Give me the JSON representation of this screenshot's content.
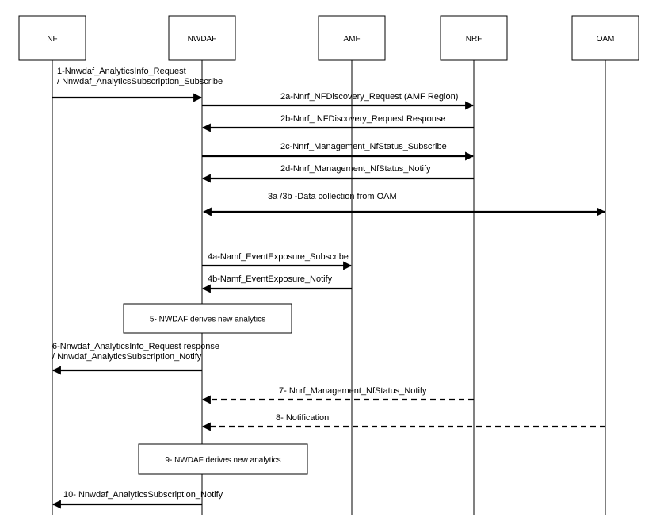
{
  "participants": [
    {
      "id": "nf",
      "label": "NF"
    },
    {
      "id": "nwdaf",
      "label": "NWDAF"
    },
    {
      "id": "amf",
      "label": "AMF"
    },
    {
      "id": "nrf",
      "label": "NRF"
    },
    {
      "id": "oam",
      "label": "OAM"
    }
  ],
  "messages": [
    {
      "id": "m1",
      "from": "nf",
      "to": "nwdaf",
      "lines": [
        "1-Nnwdaf_AnalyticsInfo_Request",
        "/ Nnwdaf_AnalyticsSubscription_Subscribe"
      ],
      "style": "solid"
    },
    {
      "id": "m2a",
      "from": "nwdaf",
      "to": "nrf",
      "lines": [
        "2a-Nnrf_NFDiscovery_Request (AMF Region)"
      ],
      "style": "solid"
    },
    {
      "id": "m2b",
      "from": "nrf",
      "to": "nwdaf",
      "lines": [
        "2b-Nnrf_ NFDiscovery_Request Response"
      ],
      "style": "solid"
    },
    {
      "id": "m2c",
      "from": "nwdaf",
      "to": "nrf",
      "lines": [
        "2c-Nnrf_Management_NfStatus_Subscribe"
      ],
      "style": "solid"
    },
    {
      "id": "m2d",
      "from": "nrf",
      "to": "nwdaf",
      "lines": [
        "2d-Nnrf_Management_NfStatus_Notify"
      ],
      "style": "solid"
    },
    {
      "id": "m3",
      "from": "nwdaf",
      "to": "oam",
      "lines": [
        "3a /3b -Data collection from OAM"
      ],
      "style": "solid",
      "bidirectional": true
    },
    {
      "id": "m4a",
      "from": "nwdaf",
      "to": "amf",
      "lines": [
        "4a-Namf_EventExposure_Subscribe"
      ],
      "style": "solid"
    },
    {
      "id": "m4b",
      "from": "amf",
      "to": "nwdaf",
      "lines": [
        "4b-Namf_EventExposure_Notify"
      ],
      "style": "solid"
    },
    {
      "id": "m6",
      "from": "nwdaf",
      "to": "nf",
      "lines": [
        "6-Nnwdaf_AnalyticsInfo_Request response",
        "/ Nnwdaf_AnalyticsSubscription_Notify"
      ],
      "style": "solid"
    },
    {
      "id": "m7",
      "from": "nrf",
      "to": "nwdaf",
      "lines": [
        "7- Nnrf_Management_NfStatus_Notify"
      ],
      "style": "dashed"
    },
    {
      "id": "m8",
      "from": "oam",
      "to": "nwdaf",
      "lines": [
        "8- Notification"
      ],
      "style": "dashed"
    },
    {
      "id": "m10",
      "from": "nwdaf",
      "to": "nf",
      "lines": [
        "10- Nnwdaf_AnalyticsSubscription_Notify"
      ],
      "style": "solid"
    }
  ],
  "processes": [
    {
      "id": "p5",
      "label": "5- NWDAF derives new analytics"
    },
    {
      "id": "p9",
      "label": "9- NWDAF derives new analytics"
    }
  ]
}
